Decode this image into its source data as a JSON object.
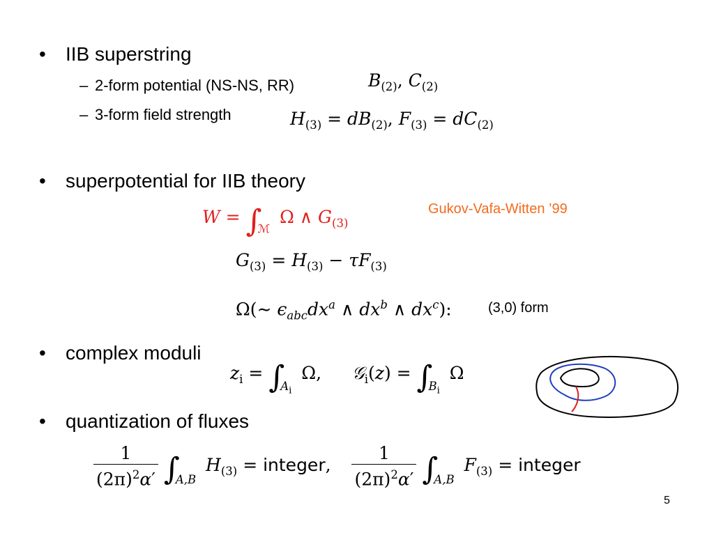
{
  "slide": {
    "page_number": "5",
    "bullet_glyph": "•",
    "dash_glyph": "–"
  },
  "bullets": [
    {
      "text": "IIB superstring",
      "subitems": [
        {
          "text": "2-form potential (NS-NS, RR)"
        },
        {
          "text": "3-form field strength"
        }
      ]
    },
    {
      "text": "superpotential for IIB theory"
    },
    {
      "text": "complex moduli"
    },
    {
      "text": "quantization of fluxes"
    }
  ],
  "annotations": {
    "citation": "Gukov-Vafa-Witten ’99",
    "form_type": "(3,0) form"
  },
  "colors": {
    "superpotential_formula": "#e0201e",
    "citation": "#f26b1d",
    "torus_outer": "#000000",
    "cycle_a": "#1f3fbf",
    "cycle_b": "#e0201e"
  },
  "math_words": {
    "integer": "integer"
  }
}
